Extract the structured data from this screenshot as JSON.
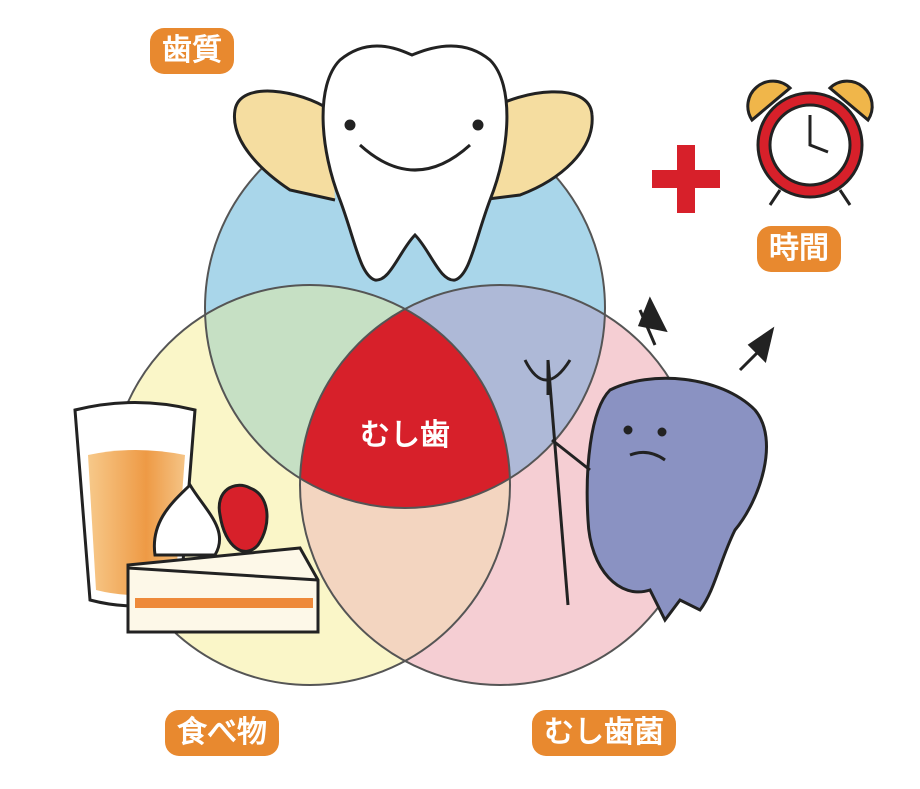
{
  "title": "むし歯の発生要因",
  "labels": {
    "tooth": "歯質",
    "time": "時間",
    "food": "食べ物",
    "bacteria": "むし歯菌",
    "center": "むし歯"
  },
  "colors": {
    "label_bg": "#E8892F",
    "tooth_circle": "#A9D6EA",
    "food_circle": "#FAF6C8",
    "bacteria_circle": "#F5CED3",
    "center": "#D7202A",
    "plus": "#D7202A"
  }
}
